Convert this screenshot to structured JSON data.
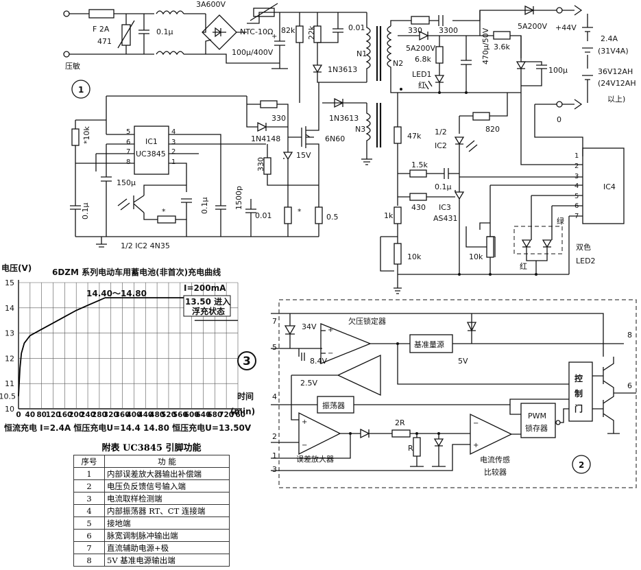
{
  "circuit1": {
    "fuse": "F 2A",
    "varistor_value": "471",
    "varistor_name": "压敏",
    "cap_input": "0.1μ",
    "bridge": "3A600V",
    "ntc": "NTC-10Ω",
    "bulk_cap": "100μ/400V",
    "r_82k": "82k",
    "r_22k": "22k",
    "cap_001_top": "0.01",
    "diode_1n3613_a": "1N3613",
    "diode_1n3613_b": "1N3613",
    "n1": "N1",
    "n2": "N2",
    "n3": "N3",
    "ic1_name": "IC1",
    "ic1_part": "UC3845",
    "r_10k": "*10k",
    "cap_150u": "150μ",
    "cap_01u_left": "0.1μ",
    "cap_01u_mid": "0.1μ",
    "r_330_a": "330",
    "r_330_b": "330",
    "diode_1n4148": "1N4148",
    "mosfet": "6N60",
    "zener_15v": "15V",
    "cap_1500p": "1500p",
    "cap_001_low": "0.01",
    "r_star_a": "*",
    "r_star_b": "*",
    "r_05": "0.5",
    "ic2_label": "1/2  IC2  4N35",
    "circle_1": "1",
    "pins_left": [
      "5",
      "6",
      "7",
      "8"
    ],
    "pins_right": [
      "4",
      "3",
      "2",
      "1"
    ]
  },
  "output": {
    "r_330": "330",
    "c_3300": "3300",
    "diode_5a200v_a": "5A200V",
    "diode_5a200v_b": "5A200V",
    "r_68k": "6.8k",
    "led1": "LED1",
    "led1_color": "红",
    "cap_470u": "470μ/50V",
    "r_36k": "3.6k",
    "cap_100u": "100μ",
    "plus44v": "+44V",
    "zero": "0",
    "battery_a": "2.4A",
    "battery_b": "(31V4A)",
    "battery_c": "36V12AH",
    "battery_d": "(24V12AH",
    "battery_e": "以上)",
    "r_47k": "47k",
    "r_820": "820",
    "ic2_half": "1/2",
    "ic2": "IC2",
    "r_15k": "1.5k",
    "c_01u": "0.1μ",
    "r_430": "430",
    "ic3": "IC3",
    "ic3_part": "AS431",
    "r_1k": "1k",
    "pot_10k_a": "10k",
    "pot_10k_b": "10k",
    "ic4": "IC4",
    "ic4_pins": [
      "1",
      "2",
      "3",
      "4",
      "5",
      "6",
      "7"
    ],
    "green": "绿",
    "red": "红",
    "led2_a": "双色",
    "led2_b": "LED2"
  },
  "chart_header": {
    "ylabel": "电压(V)",
    "title": "6DZM 系列电动车用蓄电池(非首次)充电曲线"
  },
  "chart_data": {
    "type": "line",
    "title": "6DZM 系列电动车用蓄电池(非首次)充电曲线",
    "ylabel": "电压(V)",
    "xlabel": "时间 (min)",
    "xlim": [
      0,
      760
    ],
    "ylim": [
      10,
      15
    ],
    "xticks": [
      0,
      40,
      80,
      120,
      160,
      200,
      240,
      280,
      320,
      360,
      400,
      440,
      480,
      520,
      560,
      600,
      640,
      680,
      720,
      760
    ],
    "yticks": [
      10,
      11,
      12,
      13,
      14,
      15
    ],
    "extra_ytick": "10.5",
    "grid": true,
    "series": [
      {
        "x": [
          0,
          5,
          10,
          20,
          40,
          80,
          120,
          160,
          200,
          240,
          280,
          300,
          320,
          400,
          480,
          560,
          610
        ],
        "y": [
          10.5,
          11.6,
          12.2,
          12.6,
          12.9,
          13.15,
          13.4,
          13.65,
          13.9,
          14.1,
          14.3,
          14.4,
          14.4,
          14.4,
          14.4,
          14.4,
          14.4
        ]
      }
    ],
    "annotations": {
      "range": "14.40～14.80",
      "current": "I=200mA",
      "float_a": "13.50 进入",
      "float_b": "浮充状态"
    },
    "footer": "恒流充电 I=2.4A  恒压充电U=14.4  14.80  恒压充电U=13.50V",
    "badge": "3"
  },
  "pin_table": {
    "caption": "附表  UC3845 引脚功能",
    "headers": [
      "序号",
      "功    能"
    ],
    "rows": [
      {
        "no": "1",
        "fn": "内部误差放大器输出补偿端"
      },
      {
        "no": "2",
        "fn": "电压负反馈信号输入端"
      },
      {
        "no": "3",
        "fn": "电流取样检测端"
      },
      {
        "no": "4",
        "fn": "内部振荡器 RT、CT 连接端"
      },
      {
        "no": "5",
        "fn": "接地端"
      },
      {
        "no": "6",
        "fn": "脉宽调制脉冲输出端"
      },
      {
        "no": "7",
        "fn": "直流辅助电源+极"
      },
      {
        "no": "8",
        "fn": "5V 基准电源输出端"
      }
    ]
  },
  "block": {
    "uvlo": "欠压锁定器",
    "v34": "34V",
    "v84": "8.4V",
    "vref": "基准量源",
    "v5": "5V",
    "v25": "2.5V",
    "osc": "振荡器",
    "err_amp": "误差放大器",
    "r2r": "2R",
    "r": "R",
    "pwm_a": "PWM",
    "pwm_b": "锁存器",
    "ctrl_a": "控",
    "ctrl_b": "制",
    "ctrl_c": "门",
    "cs_a": "电流传感",
    "cs_b": "比较器",
    "pins": [
      "7",
      "5",
      "4",
      "2",
      "1",
      "3",
      "8",
      "6"
    ],
    "circle_2": "2"
  }
}
